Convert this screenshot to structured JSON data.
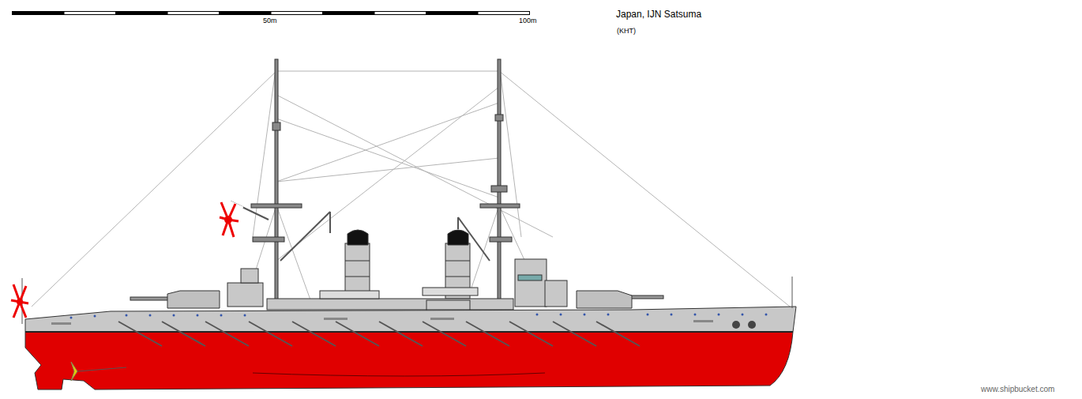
{
  "diagram": {
    "title": "Japan, IJN Satsuma",
    "labels": [
      "50m",
      "100m",
      "(KHT)",
      "www.shipbucket.com"
    ]
  }
}
